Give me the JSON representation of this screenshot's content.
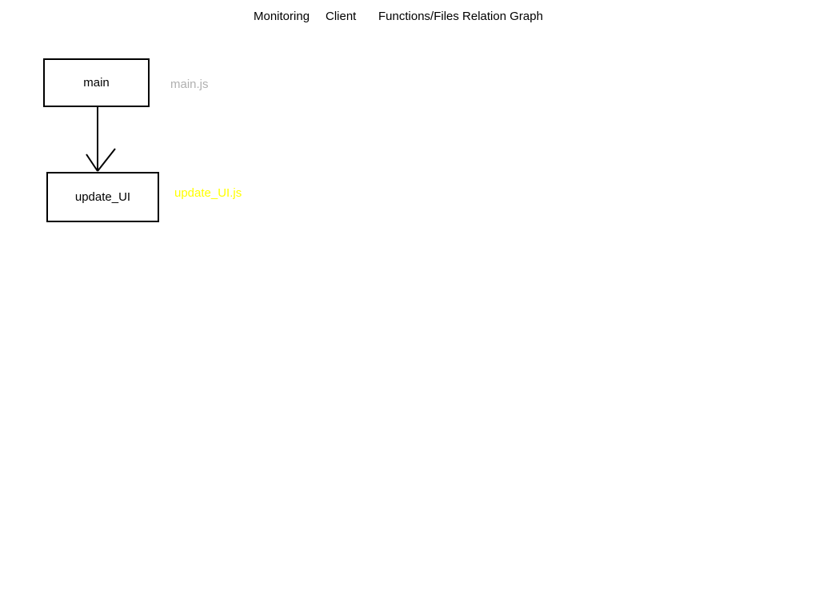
{
  "title": {
    "words": [
      "Monitoring",
      "Client",
      "Functions/Files Relation Graph"
    ]
  },
  "nodes": {
    "main": {
      "label": "main",
      "file": "main.js",
      "file_color": "#b0b0b0"
    },
    "update_ui": {
      "label": "update_UI",
      "file": "update_UI.js",
      "file_color": "#ffff00"
    }
  },
  "edges": [
    {
      "from": "main",
      "to": "update_UI"
    }
  ]
}
